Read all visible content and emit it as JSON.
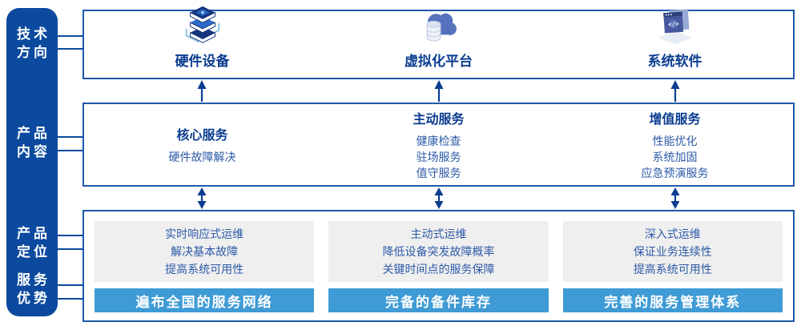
{
  "colors": {
    "sidebar_bg": "#0B4A9E",
    "navy_text": "#0B3D91",
    "box_border": "#1F58AB",
    "item_text": "#2D5AA8",
    "gray_panel": "#EFEFEF",
    "bar_blue": "#3F9BD5",
    "arrow": "#0B3D91"
  },
  "sidebar": {
    "items": [
      {
        "id": "tech-direction",
        "line1": "技术",
        "line2": "方向"
      },
      {
        "id": "product-content",
        "line1": "产品",
        "line2": "内容"
      },
      {
        "id": "product-positioning",
        "line1": "产品",
        "line2": "定位"
      },
      {
        "id": "service-advantage",
        "line1": "服务",
        "line2": "优势"
      }
    ]
  },
  "tech_row": {
    "items": [
      {
        "icon": "server-stack-icon",
        "label": "硬件设备"
      },
      {
        "icon": "cloud-database-icon",
        "label": "虚拟化平台"
      },
      {
        "icon": "code-window-icon",
        "label": "系统软件"
      }
    ]
  },
  "content_row": {
    "columns": [
      {
        "title": "核心服务",
        "items": [
          "硬件故障解决"
        ]
      },
      {
        "title": "主动服务",
        "items": [
          "健康检查",
          "驻场服务",
          "值守服务"
        ]
      },
      {
        "title": "增值服务",
        "items": [
          "性能优化",
          "系统加固",
          "应急预演服务"
        ]
      }
    ]
  },
  "positioning_row": {
    "columns": [
      {
        "lines": [
          "实时响应式运维",
          "解决基本故障",
          "提高系统可用性"
        ],
        "bar": "遍布全国的服务网络"
      },
      {
        "lines": [
          "主动式运维",
          "降低设备突发故障概率",
          "关键时间点的服务保障"
        ],
        "bar": "完备的备件库存"
      },
      {
        "lines": [
          "深入式运维",
          "保证业务连续性",
          "提高系统可用性"
        ],
        "bar": "完善的服务管理体系"
      }
    ]
  }
}
